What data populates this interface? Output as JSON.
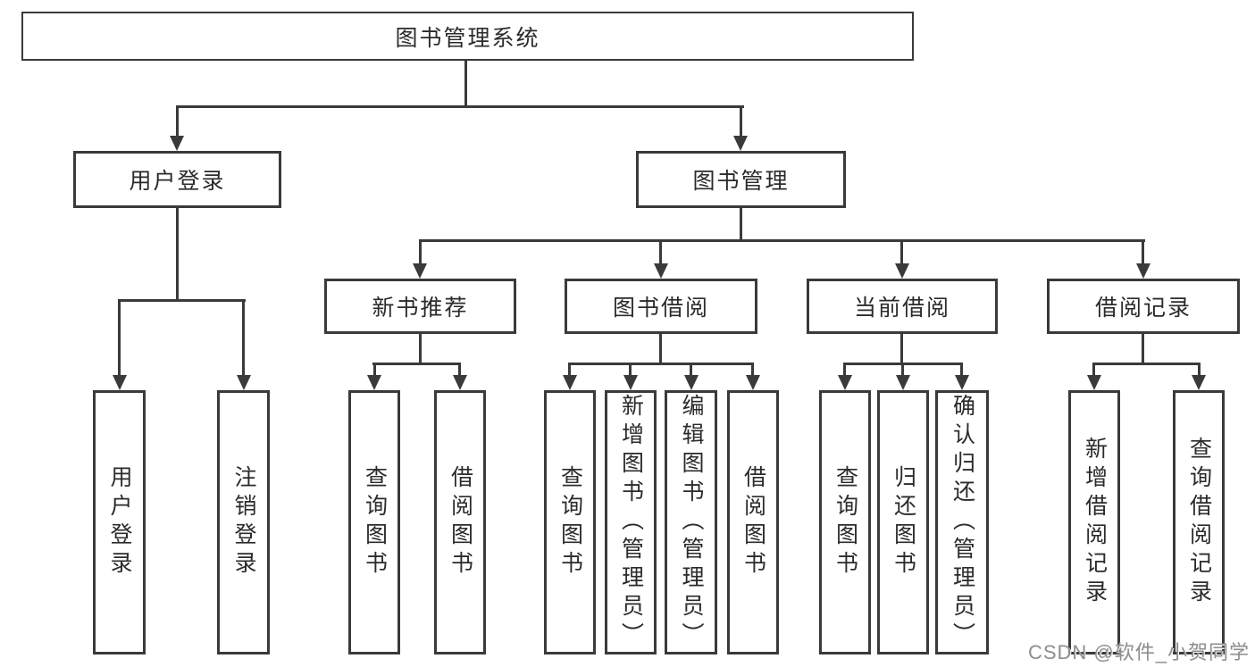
{
  "diagram": {
    "root": {
      "label": "图书管理系统"
    },
    "level2": [
      {
        "label": "用户登录"
      },
      {
        "label": "图书管理"
      }
    ],
    "level3": [
      {
        "label": "新书推荐"
      },
      {
        "label": "图书借阅"
      },
      {
        "label": "当前借阅"
      },
      {
        "label": "借阅记录"
      }
    ],
    "leaves": {
      "user_login": [
        "用户登录",
        "注销登录"
      ],
      "new_book": [
        "查询图书",
        "借阅图书"
      ],
      "book_borrow": [
        "查询图书",
        "新增图书（管理员）",
        "编辑图书（管理员）",
        "借阅图书"
      ],
      "current_borrow": [
        "查询图书",
        "归还图书",
        "确认归还（管理员）"
      ],
      "borrow_record": [
        "新增借阅记录",
        "查询借阅记录"
      ]
    }
  },
  "watermark": "CSDN @软件_小贺同学",
  "colors": {
    "line": "#3a3a3a",
    "text": "#2b2b2b",
    "watermark": "#8f8f8f",
    "background": "#ffffff"
  }
}
